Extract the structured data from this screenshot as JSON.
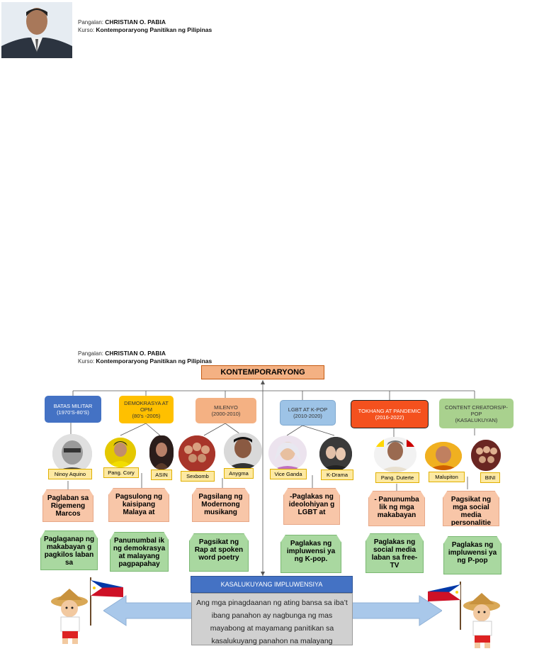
{
  "header_top": {
    "name_label": "Pangalan:",
    "name": "CHRISTIAN O. PABIA",
    "course_label": "Kurso:",
    "course": "Kontemporaryong Panitikan ng Pilipinas"
  },
  "header_mid": {
    "name_label": "Pangalan:",
    "name": "CHRISTIAN O. PABIA",
    "course_label": "Kurso:",
    "course": "Kontemporaryong Panitikan ng Pilipinas"
  },
  "title": "KONTEMPORARYONG",
  "eras": [
    {
      "l1": "BATAS MILITAR",
      "l2": "(1970’S-80’S)",
      "color": "#4472c4",
      "text": "#ffffff"
    },
    {
      "l1": "DEMOKRASYA AT OPM",
      "l2": "(80’s -2005)",
      "color": "#ffc000",
      "text": "#333333"
    },
    {
      "l1": "MILENYO",
      "l2": "(2000-2010)",
      "color": "#f4b183",
      "text": "#333333"
    },
    {
      "l1": "LGBT AT K-POP",
      "l2": "(2010-2020)",
      "color": "#9dc3e6",
      "text": "#333333"
    },
    {
      "l1": "TOKHANG AT PANDEMIC",
      "l2": "(2016-2022)",
      "color": "#f4511e",
      "text": "#ffffff"
    },
    {
      "l1": "CONTENT CREATORS/P-POP",
      "l2": "(KASALUKUYAN)",
      "color": "#a9d18e",
      "text": "#333333"
    }
  ],
  "names": [
    "Ninoy Aquino",
    "Pang. Cory",
    "ASIN",
    "Sexbomb",
    "Anygma",
    "Vice Ganda",
    "K-Drama",
    "Pang. Duterte",
    "Malupiton",
    "BINI"
  ],
  "pink": [
    "Paglaban sa Rigemeng Marcos",
    "Pagsulong ng kaisipang Malaya at",
    "Pagsilang ng Modernong musikang",
    "-Paglakas ng ideolohiyan g LGBT at",
    "- Panunumba lik ng mga makabayan",
    "Pagsikat ng mga social media personalitie"
  ],
  "green": [
    "Paglaganap ng makabayan g pagkilos laban sa",
    "Panunumbal ik ng demokrasya at malayang pagpapahay",
    "Pagsikat ng Rap at spoken word poetry",
    "Paglakas ng impluwensi ya ng K-pop.",
    "Paglakas ng social media laban sa free-TV",
    "Paglakas ng impluwensi ya ng P-pop"
  ],
  "influence_title": "KASALUKUYANG IMPLUWENSIYA",
  "influence_text": "Ang mga pinagdaanan ng ating bansa sa iba’t ibang panahon ay nagbunga ng mas mayabong at mayamang panitikan sa kasalukuyang panahon na malayang tumatalakay sa mga paksang naaayon sa iba’t ibang larangan at isyu may"
}
